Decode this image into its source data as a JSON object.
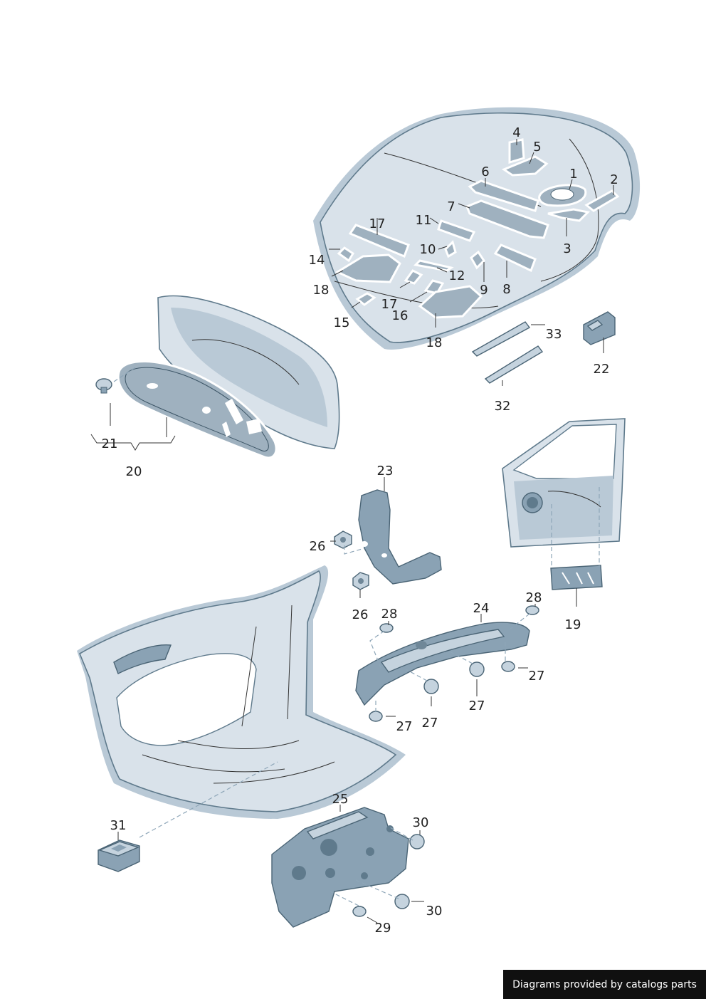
{
  "callouts": {
    "c1": "1",
    "c2": "2",
    "c3": "3",
    "c4": "4",
    "c5": "5",
    "c6": "6",
    "c7": "7",
    "c8": "8",
    "c9": "9",
    "c10": "10",
    "c11": "11",
    "c12": "12",
    "c14": "14",
    "c15": "15",
    "c16": "16",
    "c17a": "17",
    "c17b": "17",
    "c18a": "18",
    "c18b": "18",
    "c19": "19",
    "c20": "20",
    "c21": "21",
    "c22": "22",
    "c23": "23",
    "c24": "24",
    "c25": "25",
    "c26a": "26",
    "c26b": "26",
    "c27a": "27",
    "c27b": "27",
    "c27c": "27",
    "c27d": "27",
    "c28a": "28",
    "c28b": "28",
    "c29": "29",
    "c30a": "30",
    "c30b": "30",
    "c31": "31",
    "c32": "32",
    "c33": "33"
  },
  "credit": "Diagrams provided by catalogs parts",
  "colors": {
    "body": "#d9e2ea",
    "outline": "#5f7a8c",
    "pad": "#9fb1bf",
    "credit_bg": "#101010"
  }
}
